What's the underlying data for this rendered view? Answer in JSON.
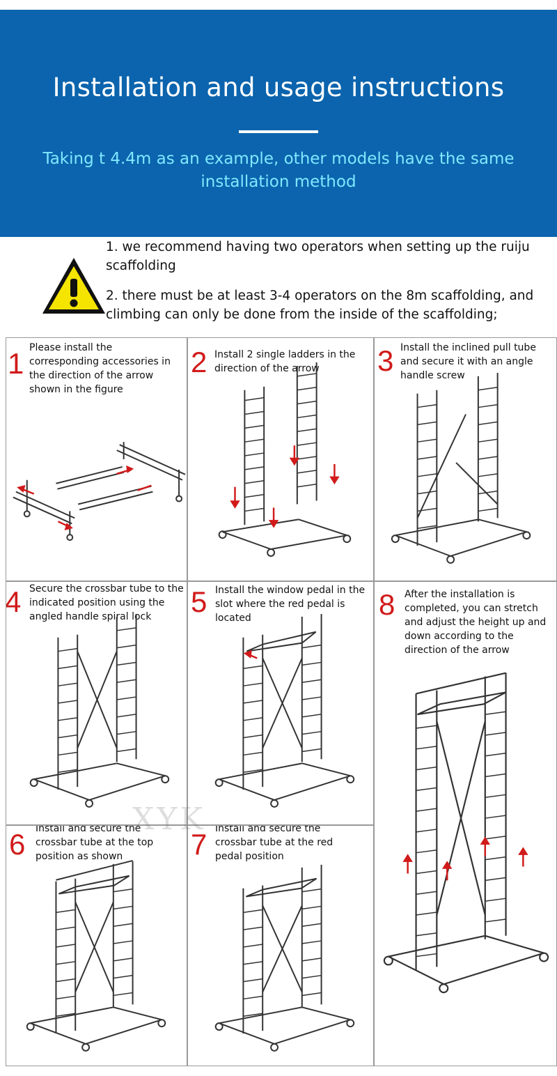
{
  "header": {
    "title": "Installation and usage instructions",
    "subtitle": "Taking t 4.4m as an example, other models have the same installation method"
  },
  "warnings": {
    "note1": "1. we recommend having two operators when setting up the ruiju scaffolding",
    "note2": "2. there must be at least 3-4 operators on the 8m scaffolding, and climbing can only be done from the inside of the scaffolding;"
  },
  "steps": [
    {
      "num": "1",
      "text": "Please install the corresponding accessories in the direction of the arrow shown in the figure"
    },
    {
      "num": "2",
      "text": "Install 2 single ladders in the direction of the arrow"
    },
    {
      "num": "3",
      "text": "Install the inclined pull tube and secure it with an angle handle screw"
    },
    {
      "num": "4",
      "text": "Secure the crossbar tube to the indicated position using the angled handle spiral lock"
    },
    {
      "num": "5",
      "text": "Install the window pedal in the slot where the red pedal is located"
    },
    {
      "num": "8",
      "text": "After the installation is completed, you can stretch and adjust the height up and down according to the direction of the arrow"
    },
    {
      "num": "6",
      "text": "Install and secure the crossbar tube at the top position as shown"
    },
    {
      "num": "7",
      "text": "Install and secure the crossbar tube at the red pedal position"
    }
  ],
  "watermark": "XYK",
  "colors": {
    "banner": "#0b64ad",
    "subtitle": "#7fe8ff",
    "step_number": "#d11a1a",
    "warning": "#f5e400",
    "arrow": "#d11a1a"
  },
  "icons": [
    "warning-icon"
  ]
}
